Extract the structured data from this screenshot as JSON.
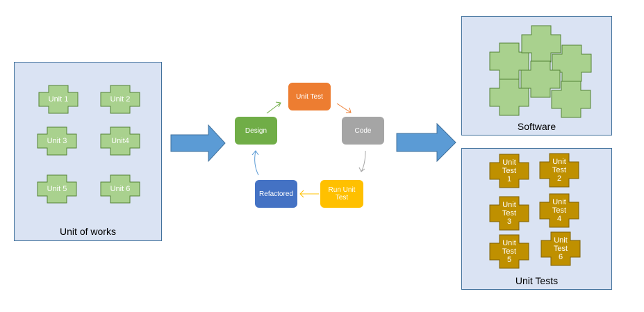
{
  "left_panel": {
    "title": "Unit of works",
    "units": [
      "Unit 1",
      "Unit 2",
      "Unit 3",
      "Unit4",
      "Unit 5",
      "Unit 6"
    ]
  },
  "cycle": {
    "unit_test": "Unit Test",
    "code": "Code",
    "run_unit_test": "Run Unit Test",
    "refactored": "Refactored",
    "design": "Design"
  },
  "software_panel": {
    "title": "Software"
  },
  "tests_panel": {
    "title": "Unit Tests",
    "tests": [
      "Unit Test 1",
      "Unit Test 2",
      "Unit Test 3",
      "Unit Test 4",
      "Unit Test 5",
      "Unit Test 6"
    ]
  },
  "colors": {
    "panel_fill": "#dae3f3",
    "panel_border": "#41719c",
    "unit_green": "#a9d18e",
    "test_gold": "#bf9000",
    "unit_test_orange": "#ed7d31",
    "code_gray": "#a5a5a5",
    "run_yellow": "#ffc000",
    "refactored_blue": "#4472c4",
    "design_green": "#70ad47",
    "arrow_blue": "#5b9bd5"
  }
}
